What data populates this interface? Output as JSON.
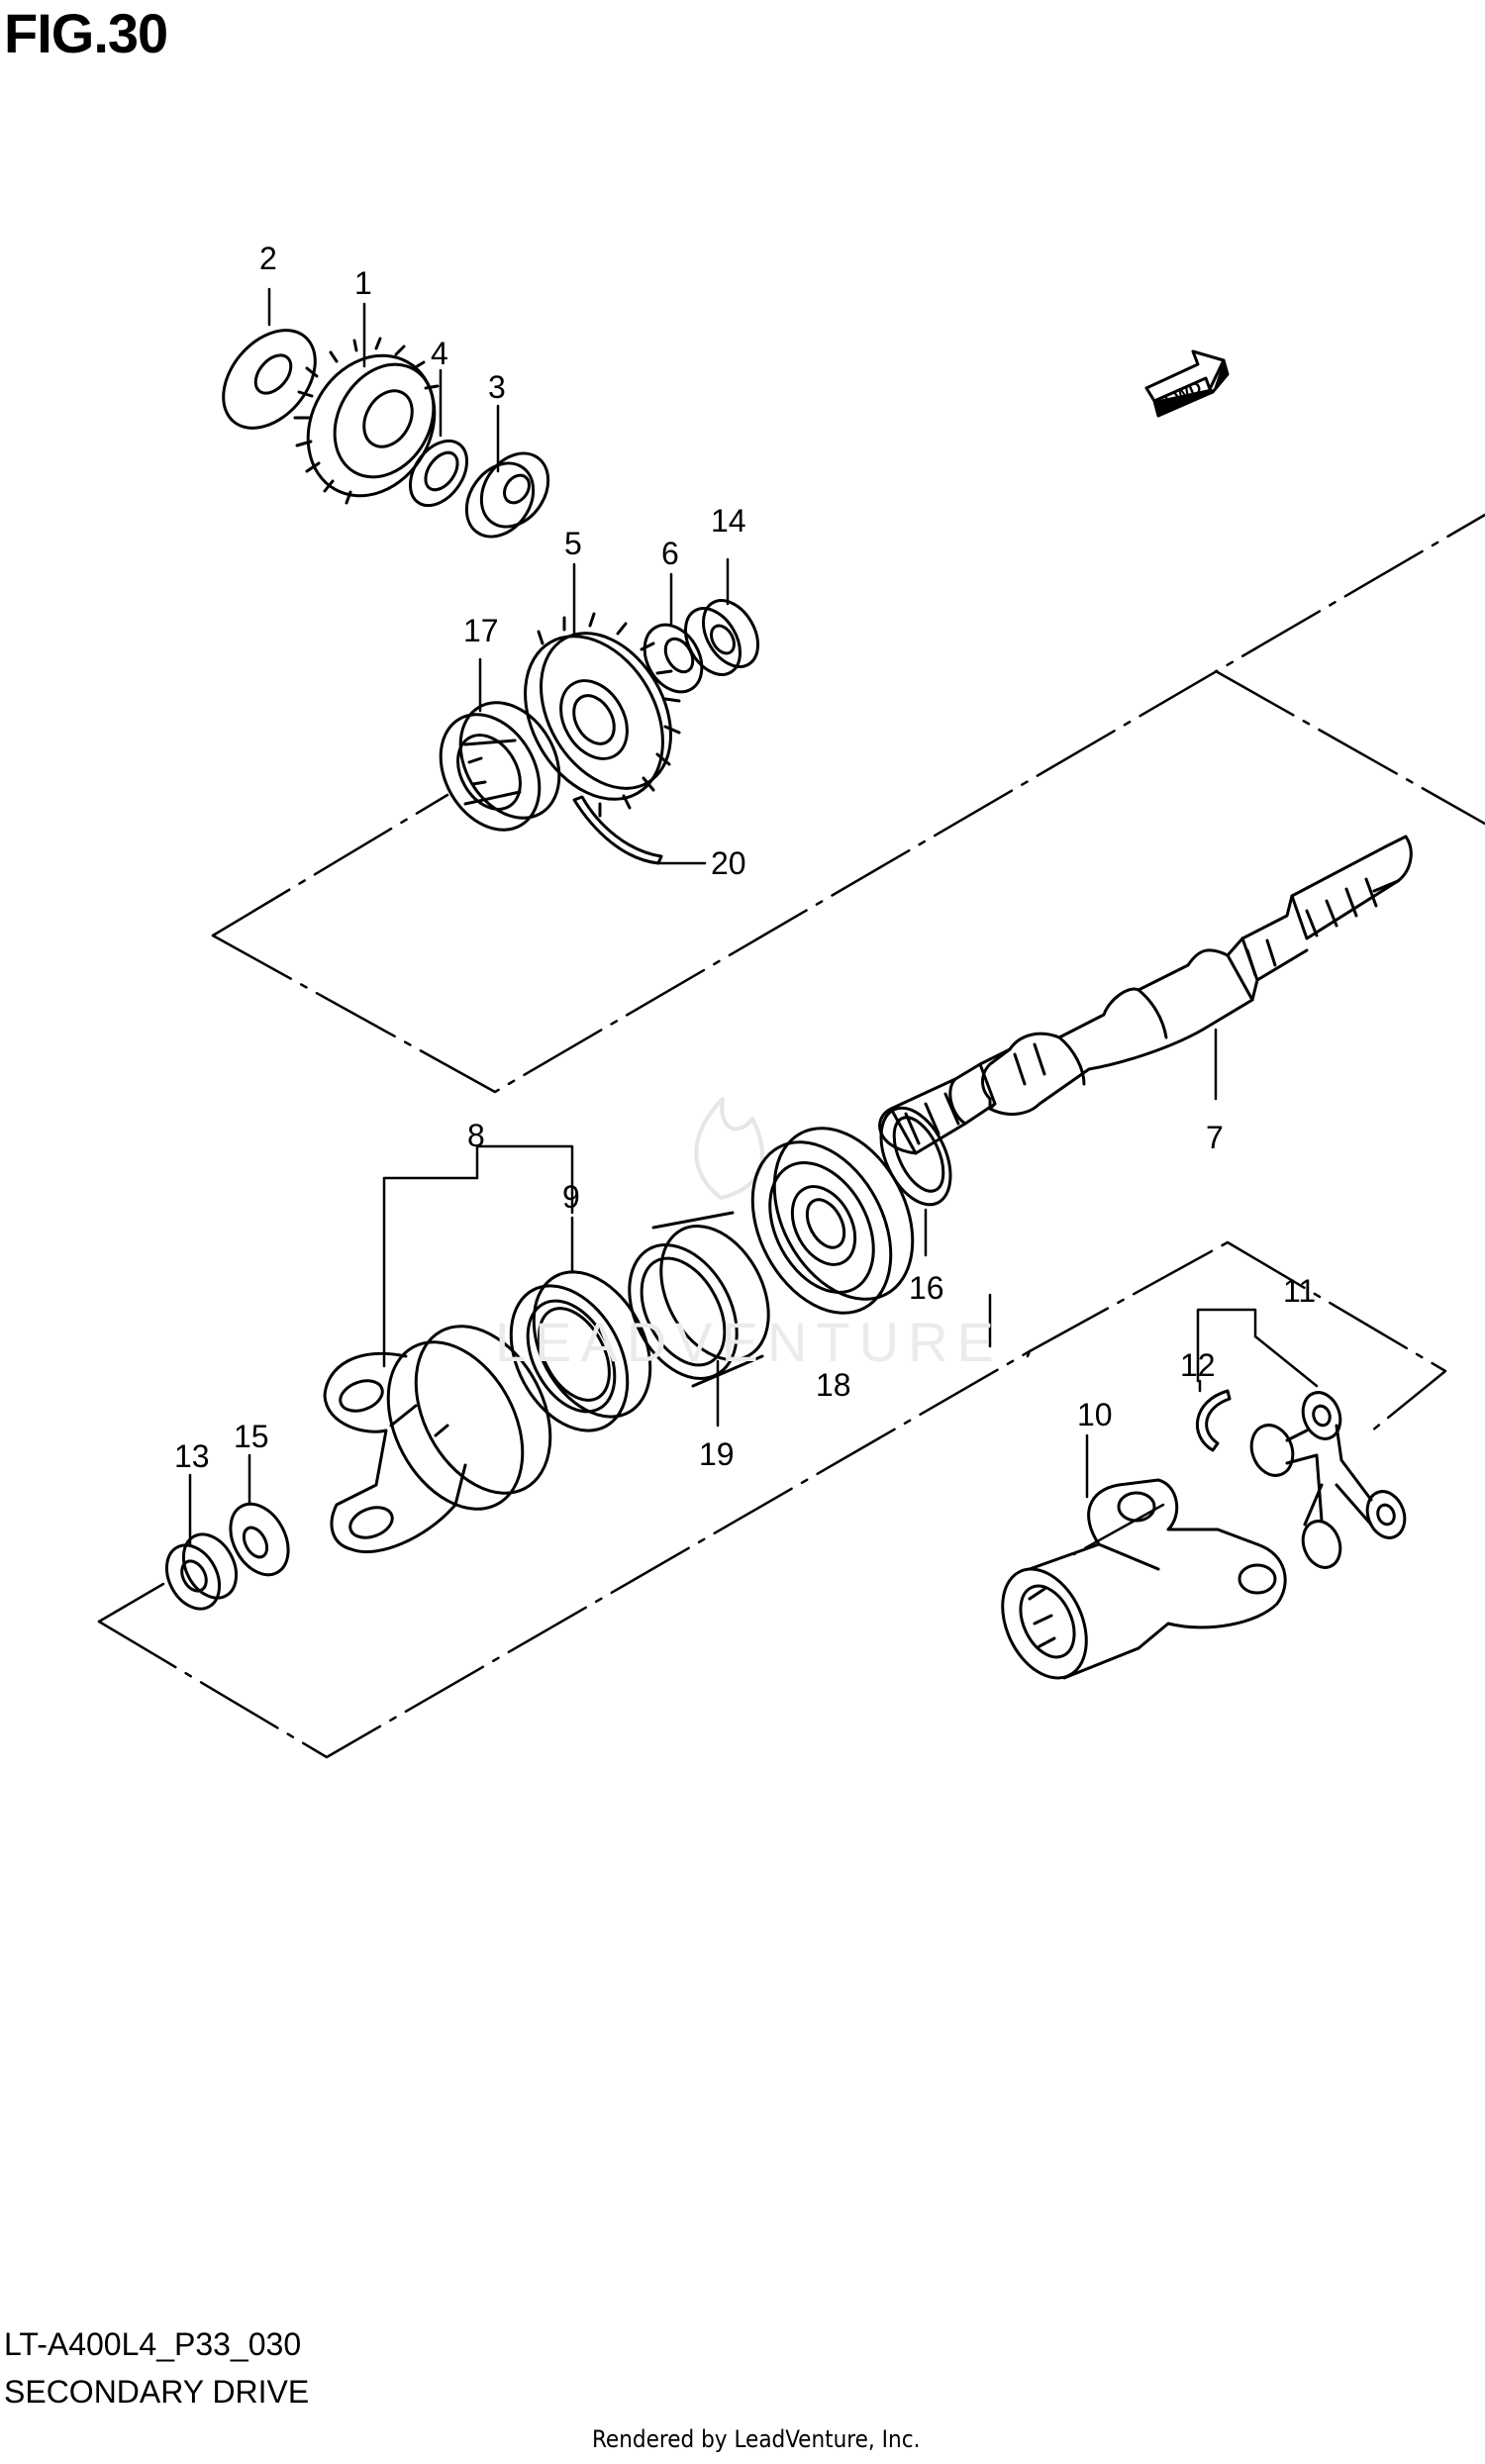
{
  "figure": {
    "title": "FIG.30",
    "code": "LT-A400L4_P33_030",
    "name": "SECONDARY DRIVE",
    "credit": "Rendered by LeadVenture, Inc.",
    "watermark": "LEADVENTURE",
    "direction_label": "FWD"
  },
  "callouts": [
    "1",
    "2",
    "3",
    "4",
    "5",
    "6",
    "7",
    "8",
    "9",
    "10",
    "11",
    "12",
    "13",
    "14",
    "15",
    "16",
    "17",
    "18",
    "19",
    "20"
  ]
}
